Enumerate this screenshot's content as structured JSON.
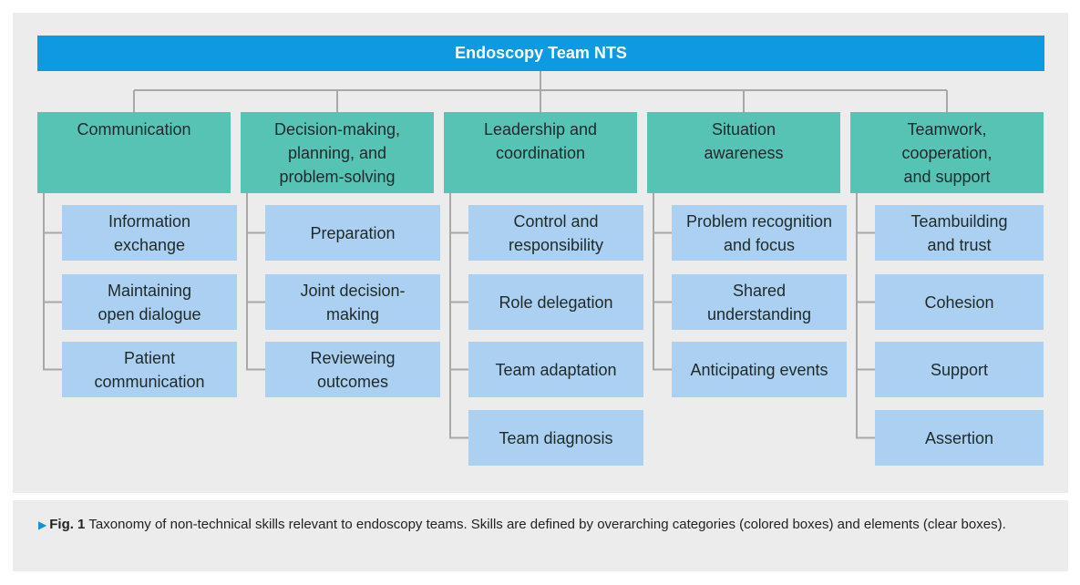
{
  "title": "Endoscopy Team NTS",
  "categories": [
    {
      "label": "Communication",
      "elements": [
        "Information\nexchange",
        "Maintaining\nopen dialogue",
        "Patient\ncommunication"
      ]
    },
    {
      "label": "Decision-making,\nplanning, and\nproblem-solving",
      "elements": [
        "Preparation",
        "Joint decision-\nmaking",
        "Revieweing\noutcomes"
      ]
    },
    {
      "label": "Leadership and\ncoordination",
      "elements": [
        "Control and\nresponsibility",
        "Role delegation",
        "Team adaptation",
        "Team diagnosis"
      ]
    },
    {
      "label": "Situation\nawareness",
      "elements": [
        "Problem recognition\nand focus",
        "Shared\nunderstanding",
        "Anticipating events"
      ]
    },
    {
      "label": "Teamwork,\ncooperation,\nand support",
      "elements": [
        "Teambuilding\nand trust",
        "Cohesion",
        "Support",
        "Assertion"
      ]
    }
  ],
  "caption": {
    "label": "Fig. 1",
    "text": "Taxonomy of non-technical skills relevant to endoscopy teams. Skills are defined by overarching categories (colored boxes) and elements (clear boxes)."
  },
  "colors": {
    "header": "#0d9ae0",
    "category": "#56c3b5",
    "element": "#acd0f1",
    "connector": "#a8a8a8",
    "background": "#ececec"
  }
}
